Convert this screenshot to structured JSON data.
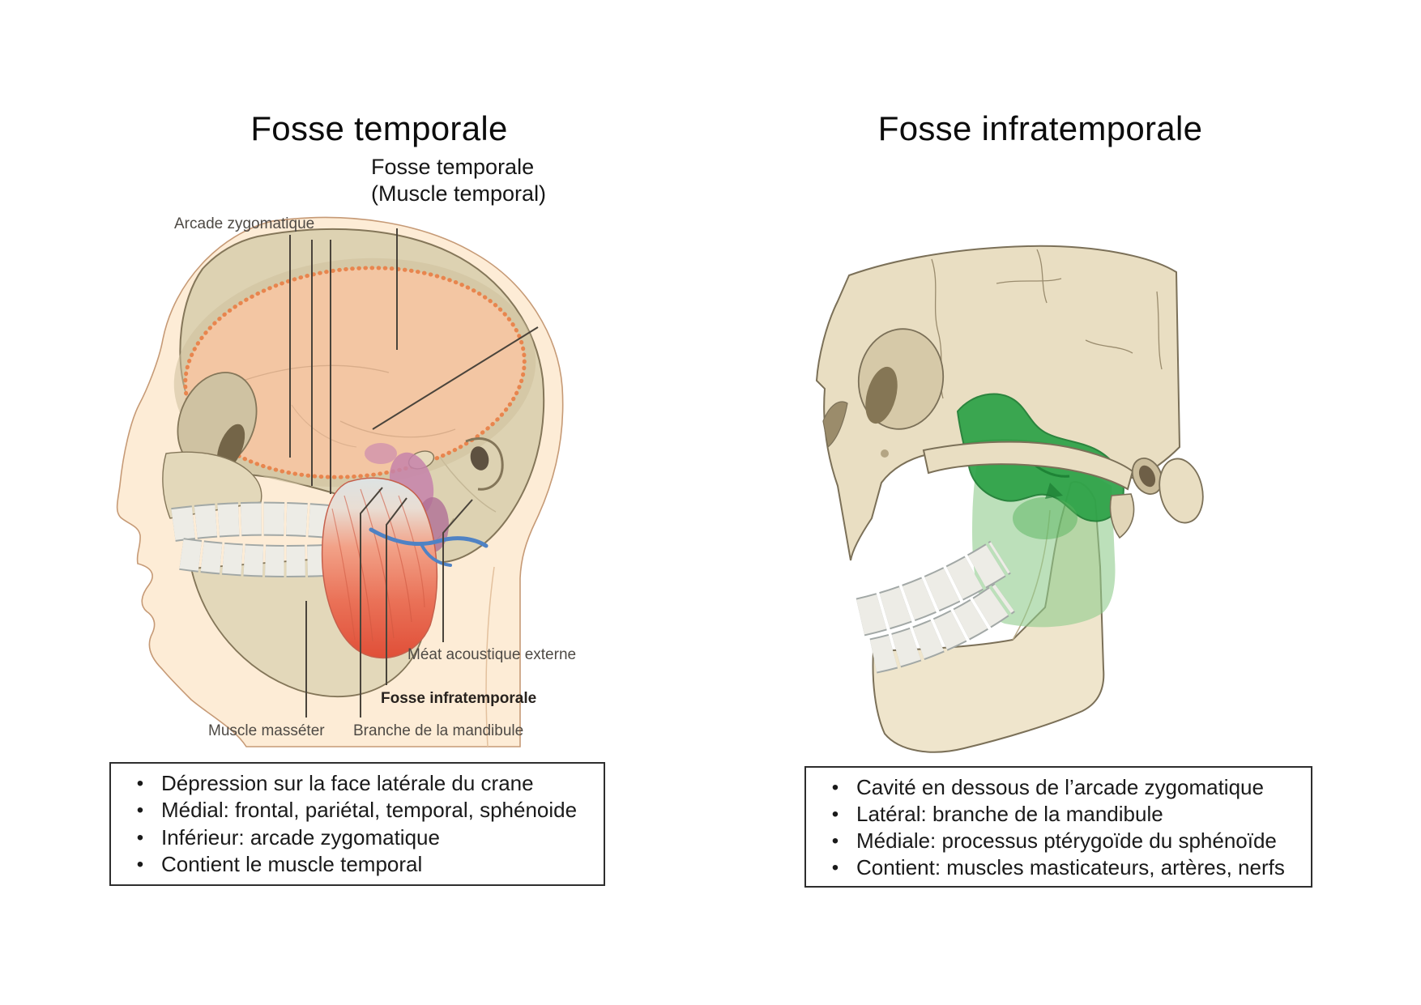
{
  "slide": {
    "bullet_char": "•",
    "left": {
      "title": "Fosse temporale",
      "callout": {
        "line1": "Fosse temporale",
        "line2": "(Muscle temporal)"
      },
      "labels": {
        "arcade_zygomatique": "Arcade zygomatique",
        "meat_acoustique_externe": "Méat acoustique externe",
        "fosse_infratemporale": "Fosse infratemporale",
        "muscle_masseter": "Muscle masséter",
        "branche_mandibule": "Branche de la mandibule"
      },
      "bullets": [
        "Dépression sur la face latérale du crane",
        "Médial: frontal, pariétal, temporal, sphénoide",
        "Inférieur: arcade zygomatique",
        "Contient le muscle temporal"
      ]
    },
    "right": {
      "title": "Fosse infratemporale",
      "bullets": [
        "Cavité en dessous de l’arcade zygomatique",
        "Latéral: branche de la mandibule",
        "Médiale: processus ptérygoïde du sphénoïde",
        "Contient: muscles masticateurs, artères, nerfs"
      ]
    },
    "colors": {
      "fossa_fill": "#f3c6a3",
      "fossa_border": "#e8854e",
      "muscle_red": "#e0523c",
      "green_highlight": "#2ca247",
      "green_translucent": "#90cc8c",
      "bone": "#e9dec2",
      "skin": "#fdecd6"
    }
  }
}
